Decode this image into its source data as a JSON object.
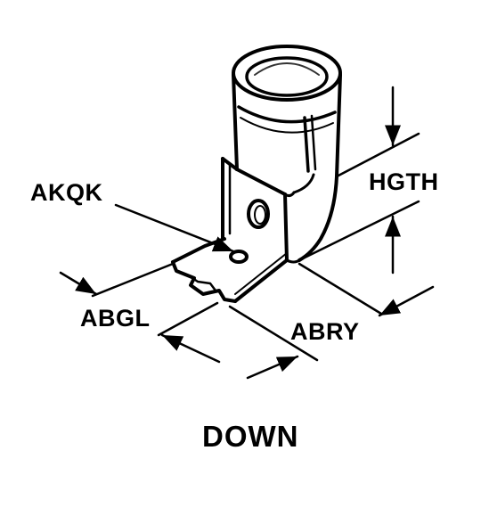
{
  "labels": {
    "akqk": "AKQK",
    "hgth": "HGTH",
    "abgl": "ABGL",
    "abry": "ABRY"
  },
  "caption": "DOWN",
  "colors": {
    "ink": "#000000",
    "paper": "#ffffff"
  }
}
